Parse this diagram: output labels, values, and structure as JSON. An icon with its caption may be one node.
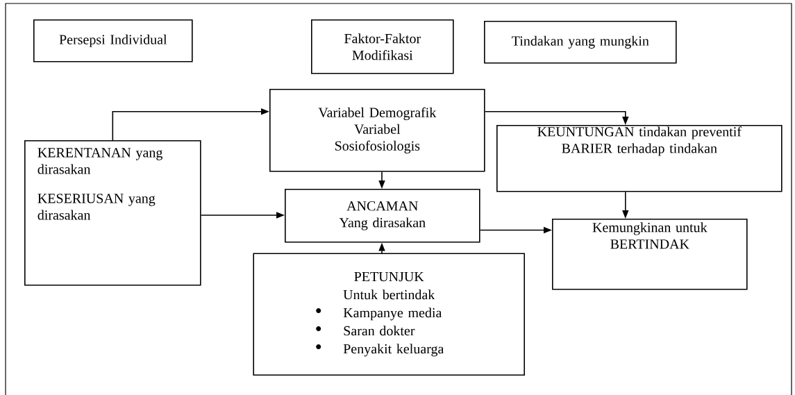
{
  "diagram": {
    "nodes": [
      {
        "text": [
          "Persepsi Individual"
        ]
      },
      {
        "text": [
          "Faktor-Faktor Modifikasi"
        ]
      },
      {
        "text": [
          "Tindakan yang mungkin"
        ]
      },
      {
        "text": [
          "KERENTANAN yang dirasakan",
          "KESERIUSAN yang dirasakan"
        ]
      },
      {
        "text": [
          "Variabel Demografik",
          "Variabel Sosiofosiologis"
        ]
      },
      {
        "text": [
          "KEUNTUNGAN tindakan preventif",
          "BARIER terhadap tindakan"
        ]
      },
      {
        "text": [
          "ANCAMAN Yang dirasakan"
        ]
      },
      {
        "text": [
          "Kemungkinan untuk BERTINDAK"
        ]
      },
      {
        "text": [
          "PETUNJUK",
          "Untuk bertindak",
          "Kampanye media",
          "Saran dokter",
          "Penyakit keluarga"
        ]
      }
    ],
    "edges": [
      {
        "from": 3,
        "to": 4,
        "arrow": "to"
      },
      {
        "from": 4,
        "to": 5,
        "arrow": "to"
      },
      {
        "from": 4,
        "to": 6,
        "arrow": "to"
      },
      {
        "from": 3,
        "to": 6,
        "arrow": "to"
      },
      {
        "from": 8,
        "to": 6,
        "arrow": "to"
      },
      {
        "from": 6,
        "to": 7,
        "arrow": "to"
      },
      {
        "from": 5,
        "to": 7,
        "arrow": "to"
      }
    ]
  }
}
